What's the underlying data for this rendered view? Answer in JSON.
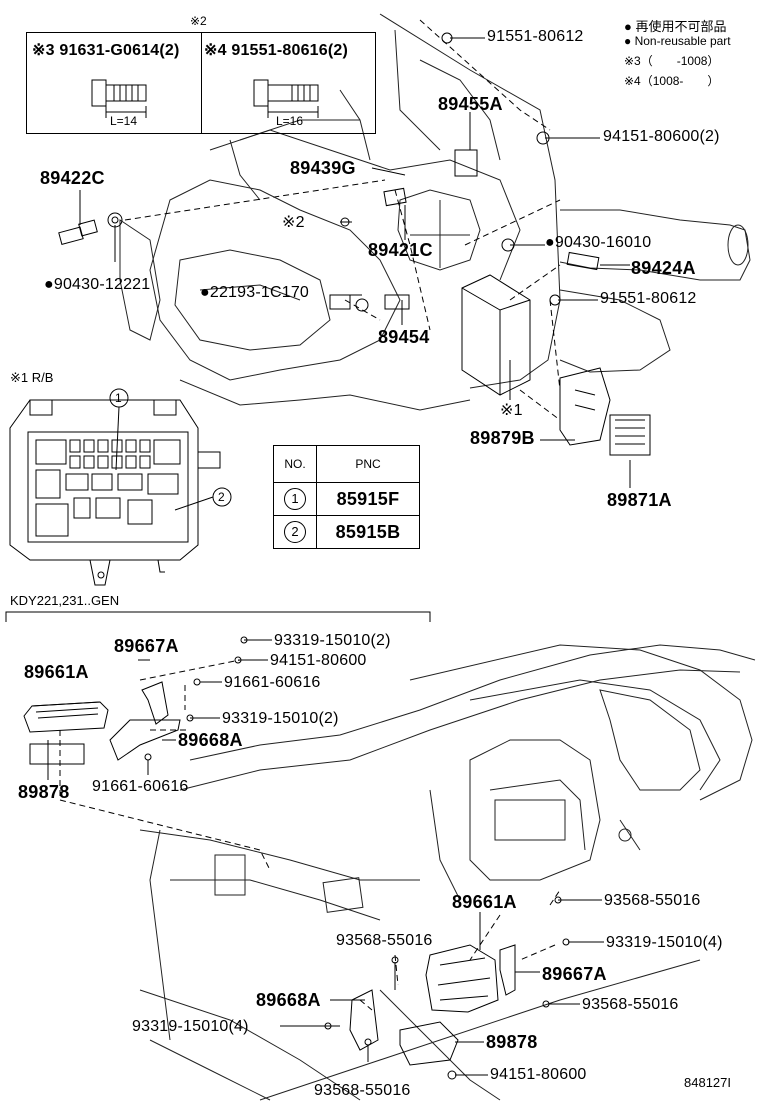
{
  "legend": {
    "non_reusable_jp": "● 再使用不可部品",
    "non_reusable_en": "● Non-reusable part",
    "note3": "※3（　　-1008）",
    "note4": "※4（1008-　　）"
  },
  "bolt_table": {
    "note_mark": "※2",
    "left_part": "※3 91631-G0614(2)",
    "right_part": "※4 91551-80616(2)",
    "left_len": "L=14",
    "right_len": "L=16"
  },
  "engine_parts": {
    "p91551_top": "91551-80612",
    "p89455A": "89455A",
    "p94151_top": "94151-80600(2)",
    "p89439G": "89439G",
    "p89422C": "89422C",
    "p90430_12221": "●90430-12221",
    "note2": "※2",
    "p89421C": "89421C",
    "p90430_16010": "●90430-16010",
    "p89424A": "89424A",
    "p22193": "●22193-1C170",
    "p91551_mid": "91551-80612",
    "p89454": "89454",
    "note1": "※1",
    "p89879B": "89879B",
    "p89871A": "89871A"
  },
  "relay_box": {
    "title": "※1  R/B",
    "callout1": "1",
    "callout2": "2"
  },
  "pnc_table": {
    "head_no": "NO.",
    "head_pnc": "PNC",
    "rows": [
      {
        "no": "1",
        "pnc": "85915F"
      },
      {
        "no": "2",
        "pnc": "85915B"
      }
    ]
  },
  "dash_section": {
    "condition": "KDY221,231..GEN",
    "p89667A_top": "89667A",
    "p93319_a": "93319-15010(2)",
    "p94151_mid": "94151-80600",
    "p89661A_top": "89661A",
    "p91661_a": "91661-60616",
    "p93319_b": "93319-15010(2)",
    "p89668A_top": "89668A",
    "p89878_top": "89878",
    "p91661_b": "91661-60616",
    "p89661A_low": "89661A",
    "p93568_a": "93568-55016",
    "p93568_b": "93568-55016",
    "p93319_c": "93319-15010(4)",
    "p89667A_low": "89667A",
    "p89668A_low": "89668A",
    "p93568_c": "93568-55016",
    "p93319_d": "93319-15010(4)",
    "p89878_low": "89878",
    "p93568_d": "93568-55016",
    "p94151_low": "94151-80600"
  },
  "figure_id": "848127I"
}
